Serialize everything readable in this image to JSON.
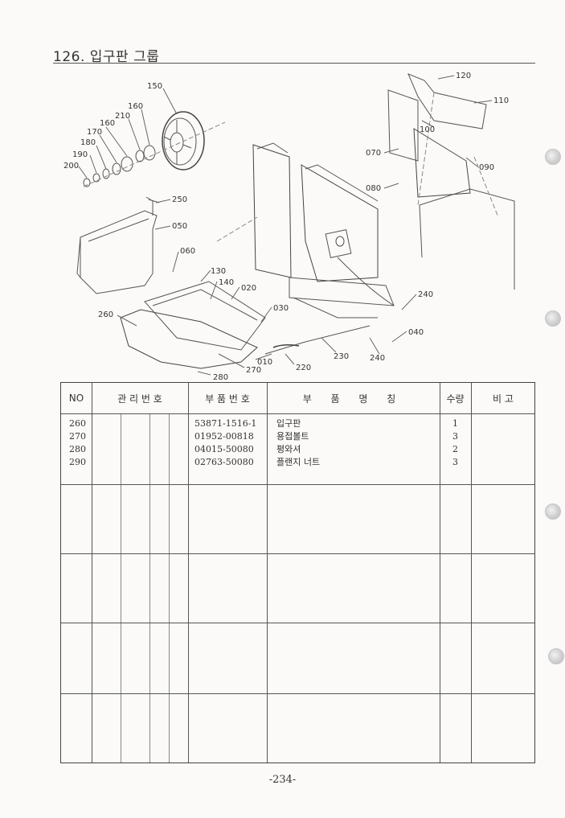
{
  "page": {
    "title": "126. 입구판 그룹",
    "page_number": "-234-"
  },
  "diagram": {
    "callouts": [
      "150",
      "160",
      "210",
      "160",
      "170",
      "180",
      "190",
      "200",
      "250",
      "050",
      "060",
      "130",
      "140",
      "020",
      "030",
      "260",
      "280",
      "270",
      "010",
      "220",
      "230",
      "240",
      "040",
      "240",
      "120",
      "110",
      "100",
      "070",
      "090",
      "080"
    ]
  },
  "table": {
    "headers": {
      "no": "NO",
      "mgmt_no": "관 리 번 호",
      "part_no": "부 품 번 호",
      "part_name": "부 품 명 칭",
      "qty": "수량",
      "remark": "비 고"
    },
    "rows": [
      {
        "no": "260",
        "part_no": "53871-1516-1",
        "name": "입구판",
        "qty": "1"
      },
      {
        "no": "270",
        "part_no": "01952-00818",
        "name": "용접볼트",
        "qty": "3"
      },
      {
        "no": "280",
        "part_no": "04015-50080",
        "name": "평와셔",
        "qty": "2"
      },
      {
        "no": "290",
        "part_no": "02763-50080",
        "name": "플랜지 너트",
        "qty": "3"
      }
    ]
  }
}
